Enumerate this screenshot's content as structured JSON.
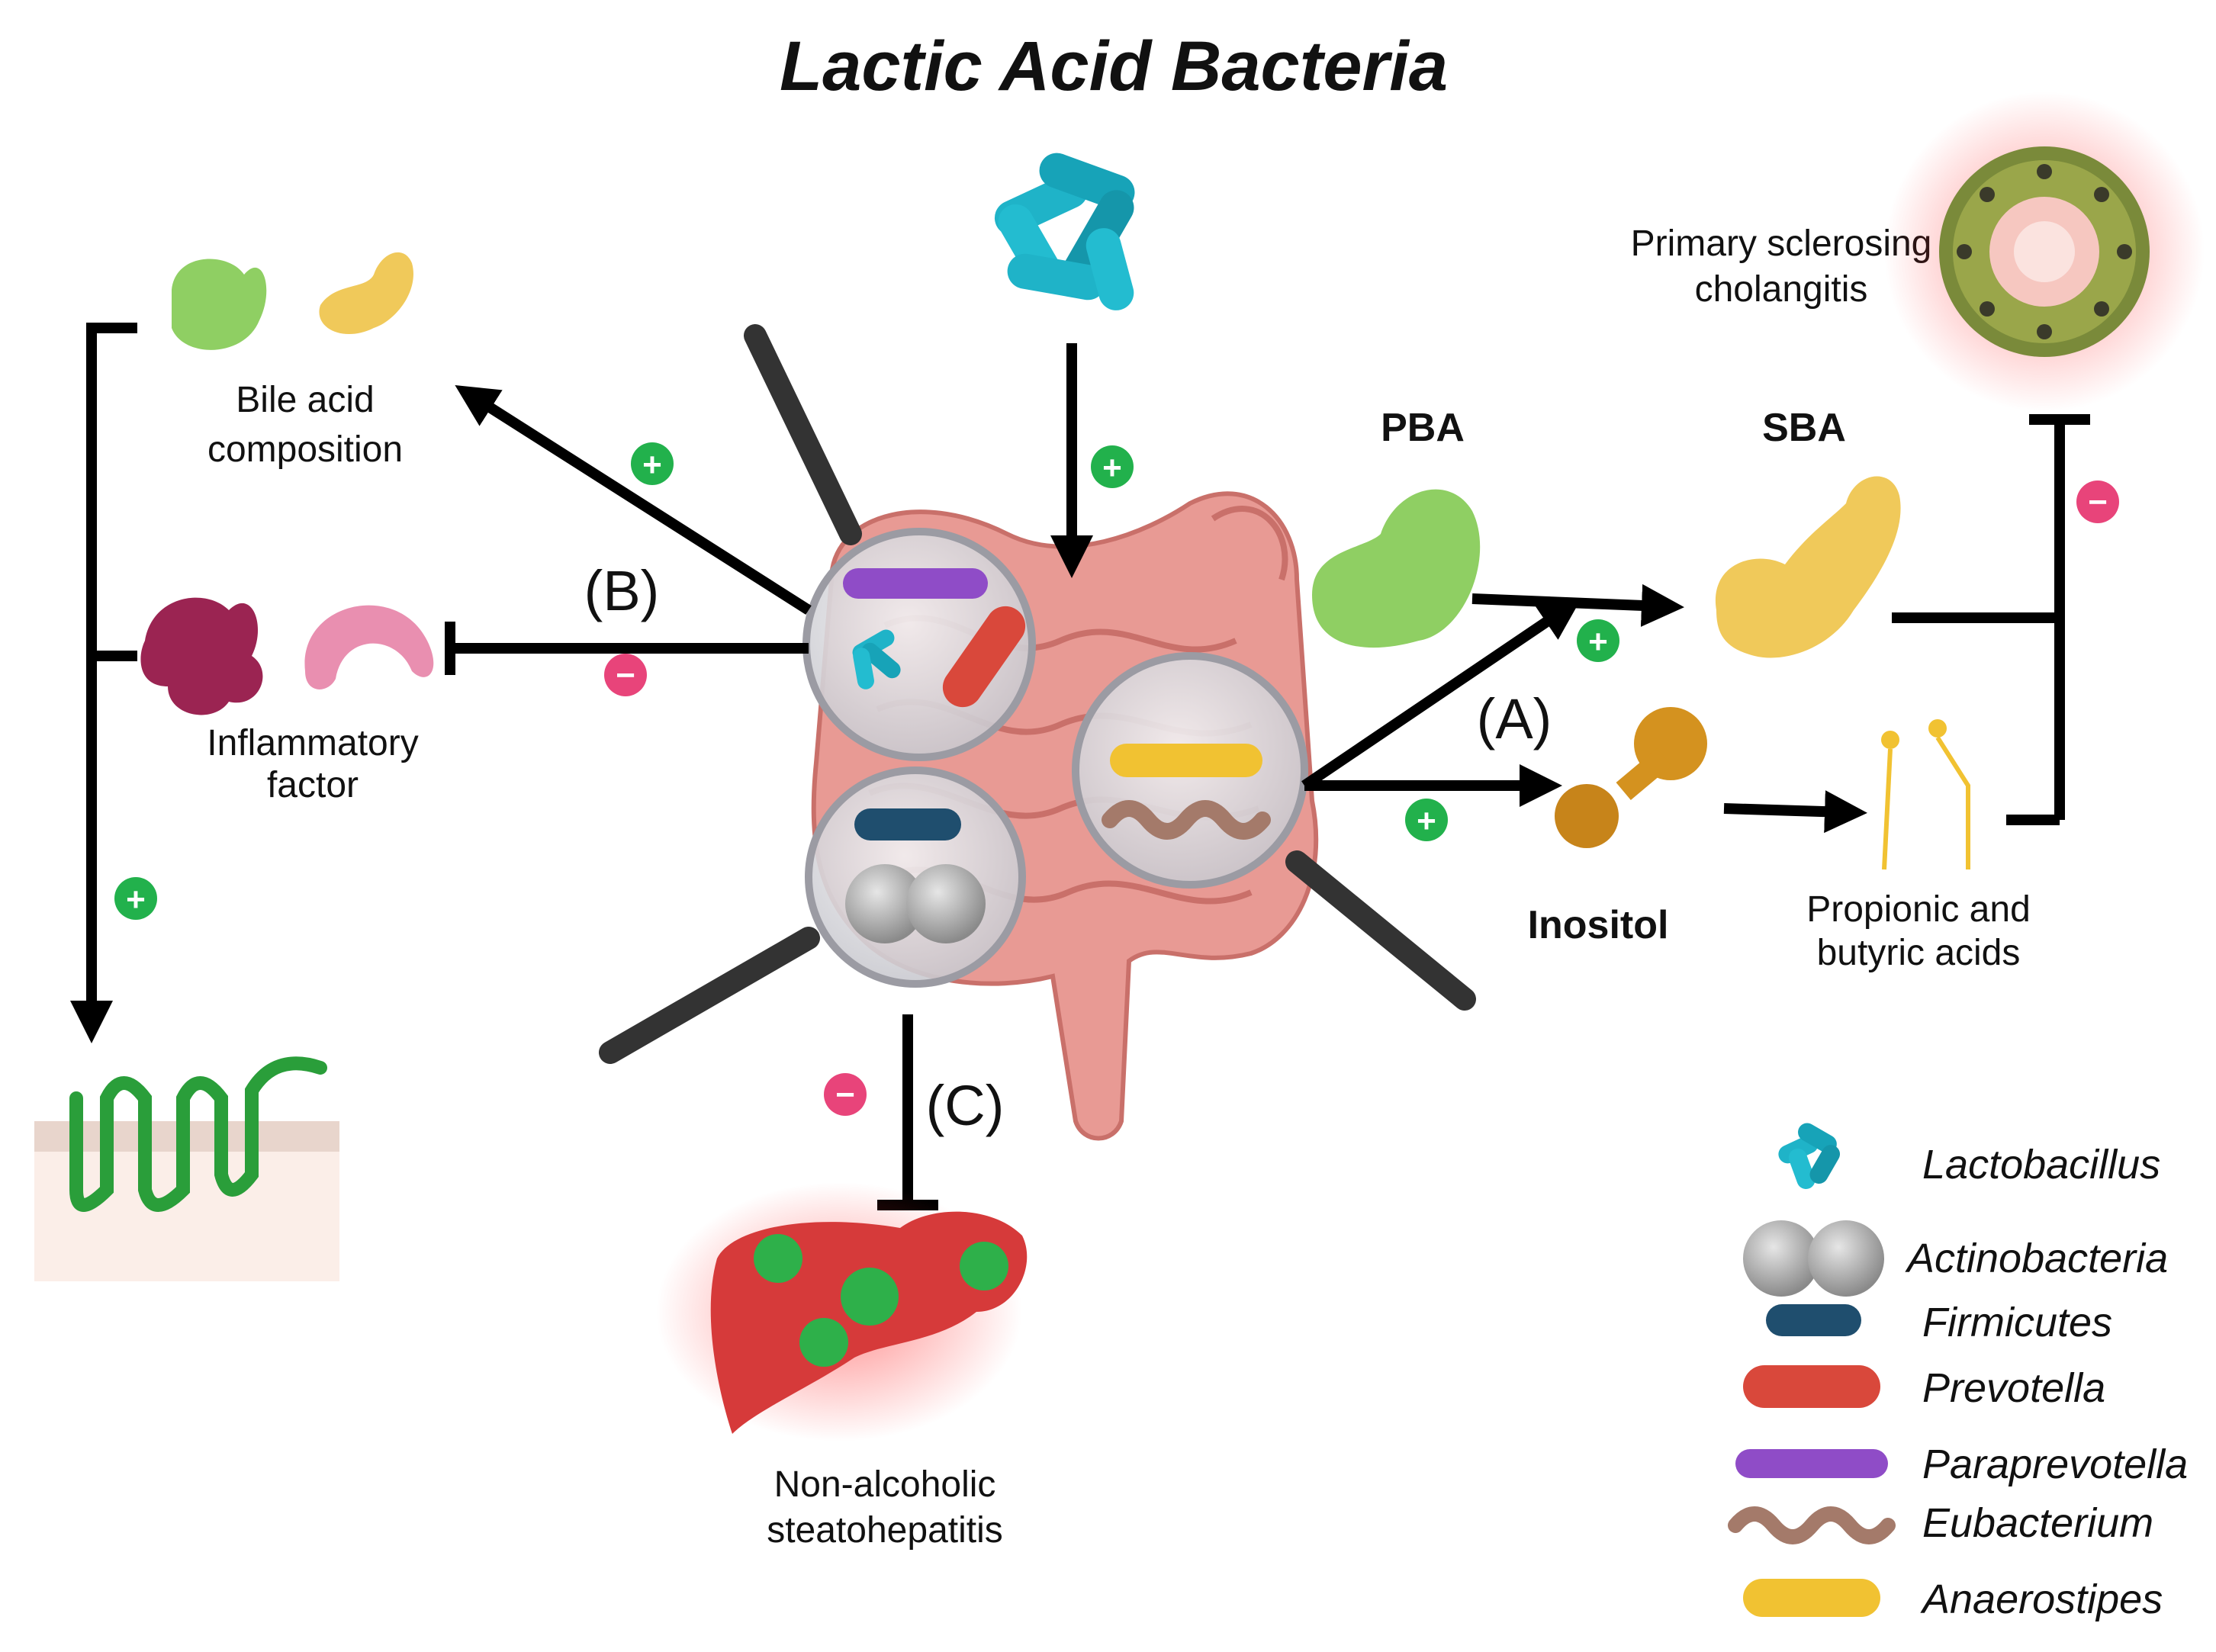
{
  "title": "Lactic Acid Bacteria",
  "labels": {
    "bile_acid_composition": [
      "Bile acid",
      "composition"
    ],
    "inflammatory_factor": [
      "Inflammatory",
      "factor"
    ],
    "primary_sclerosing_cholangitis": [
      "Primary sclerosing",
      "cholangitis"
    ],
    "pba": "PBA",
    "sba": "SBA",
    "inositol": "Inositol",
    "propionic_butyric": [
      "Propionic and",
      "butyric acids"
    ],
    "nash": [
      "Non-alcoholic",
      "steatohepatitis"
    ]
  },
  "pathway_marks": {
    "a": "(A)",
    "b": "(B)",
    "c": "(C)"
  },
  "effect_signs": {
    "plus": "+",
    "minus": "−"
  },
  "colors": {
    "promote": "#22b14c",
    "inhibit": "#e8447a",
    "intestine": "#e89a94",
    "liver": "#d63a3a",
    "pba": "#8fcf63",
    "sba": "#f0c95a",
    "inositol": "#d4921f"
  },
  "legend": [
    {
      "name": "Lactobacillus",
      "icon": "lactobacillus-icon",
      "color": "#1fb3c8"
    },
    {
      "name": "Actinobacteria",
      "icon": "actinobacteria-icon",
      "color": "#b0b0b0"
    },
    {
      "name": "Firmicutes",
      "icon": "firmicutes-icon",
      "color": "#1f4e6e"
    },
    {
      "name": "Prevotella",
      "icon": "prevotella-icon",
      "color": "#d9483b"
    },
    {
      "name": "Paraprevotella",
      "icon": "paraprevotella-icon",
      "color": "#8f4cc7"
    },
    {
      "name": "Eubacterium",
      "icon": "eubacterium-icon",
      "color": "#a47a6a"
    },
    {
      "name": "Anaerostipes",
      "icon": "anaerostipes-icon",
      "color": "#f1c232"
    }
  ]
}
